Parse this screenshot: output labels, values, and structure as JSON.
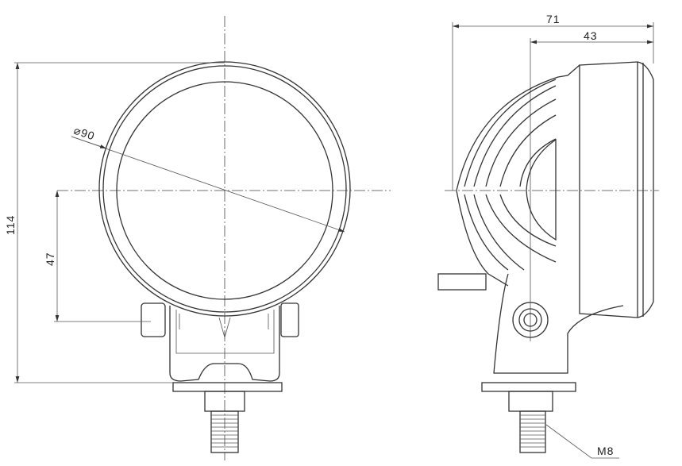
{
  "title": "Work lamp dimension drawing",
  "dimensions": {
    "overall_height": "114",
    "mount_height": "47",
    "diameter": "⌀90",
    "overall_depth": "71",
    "body_depth": "43",
    "thread": "M8"
  }
}
